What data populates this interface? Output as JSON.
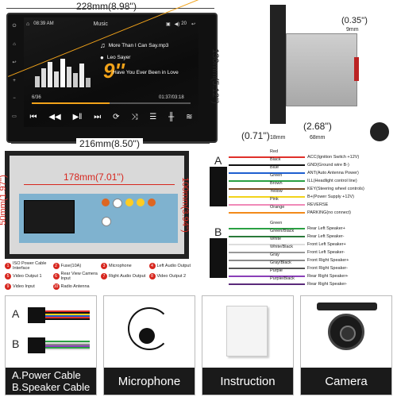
{
  "dims": {
    "top_width": "228mm(8.98'')",
    "height_right": "130mm(5.12'')",
    "bottom_width": "216mm(8.50'')",
    "depth_top": "(0.35'')",
    "depth_top_mm": "9mm",
    "depth_left": "(0.71'')",
    "depth_left_mm": "18mm",
    "depth_right": "(2.68'')",
    "depth_right_mm": "68mm",
    "back_width": "178mm(7.01'')",
    "back_left": "50mm(1.97'')",
    "back_right": "100mm(3.94'')"
  },
  "screen": {
    "time": "08:39 AM",
    "app_title": "Music",
    "volume": "20",
    "song_title": "More Than I Can Say.mp3",
    "artist": "Leo Sayer",
    "album": "Have You Ever Been in Love",
    "big_label": "9''",
    "track_count": "6/36",
    "progress_time": "01:37/03:18",
    "progress_fraction": 0.49,
    "controls": [
      "prev-track-icon",
      "rewind-icon",
      "play-pause-icon",
      "next-track-icon",
      "repeat-icon",
      "shuffle-icon",
      "playlist-icon",
      "equalizer-icon",
      "eq-settings-icon"
    ]
  },
  "legend": [
    {
      "num": "1",
      "text": "ISO Power Cable Interface"
    },
    {
      "num": "2",
      "text": "Fuse(10A)"
    },
    {
      "num": "3",
      "text": "Microphone"
    },
    {
      "num": "4",
      "text": "Left Audio Output"
    },
    {
      "num": "5",
      "text": "Video Output 1"
    },
    {
      "num": "6",
      "text": "Rear View Camera Input"
    },
    {
      "num": "7",
      "text": "Right Audio Output"
    },
    {
      "num": "8",
      "text": "Video Output 2"
    },
    {
      "num": "9",
      "text": "Video Input"
    },
    {
      "num": "10",
      "text": "Radio Antenna"
    }
  ],
  "harness_a": {
    "label": "A",
    "wires": [
      {
        "color": "Red",
        "desc": "ACC(Ignition Switch +12V)",
        "hex": "#e0302a"
      },
      {
        "color": "Black",
        "desc": "GND(Ground wire B-)",
        "hex": "#111111"
      },
      {
        "color": "Blue",
        "desc": "ANT(Auto Antenna Power)",
        "hex": "#1e5fd0"
      },
      {
        "color": "Green",
        "desc": "ILL(Headlight control line)",
        "hex": "#2aa043"
      },
      {
        "color": "Brown",
        "desc": "KEY(Steering wheel controls)",
        "hex": "#7a4a22"
      },
      {
        "color": "Yellow",
        "desc": "B+(Power Supply +12V)",
        "hex": "#f2d31a"
      },
      {
        "color": "Pink",
        "desc": "REVERSE",
        "hex": "#f08ab8"
      },
      {
        "color": "Orange",
        "desc": "PARKING(no connect)",
        "hex": "#f28a1a"
      }
    ]
  },
  "harness_b": {
    "label": "B",
    "wires": [
      {
        "color": "Green",
        "desc": "Rear Left Speaker+",
        "hex": "#2aa043"
      },
      {
        "color": "Green/Black",
        "desc": "Rear Left Speaker-",
        "hex": "#2a7a3a"
      },
      {
        "color": "White",
        "desc": "Front Left Speaker+",
        "hex": "#dddddd"
      },
      {
        "color": "White/Black",
        "desc": "Front Left Speaker-",
        "hex": "#999999"
      },
      {
        "color": "Gray",
        "desc": "Front Right Speaker+",
        "hex": "#8a8a8a"
      },
      {
        "color": "Gray/Black",
        "desc": "Front Right Speaker-",
        "hex": "#555555"
      },
      {
        "color": "Purple",
        "desc": "Rear Right Speaker+",
        "hex": "#8a3fb8"
      },
      {
        "color": "Purple/Black",
        "desc": "Rear Right Speaker-",
        "hex": "#5a2a7a"
      }
    ]
  },
  "accessories": [
    {
      "caption_line1": "A.Power Cable",
      "caption_line2": "B.Speaker Cable",
      "label_a": "A",
      "label_b": "B"
    },
    {
      "caption_line1": "Microphone"
    },
    {
      "caption_line1": "Instruction"
    },
    {
      "caption_line1": "Camera"
    }
  ]
}
